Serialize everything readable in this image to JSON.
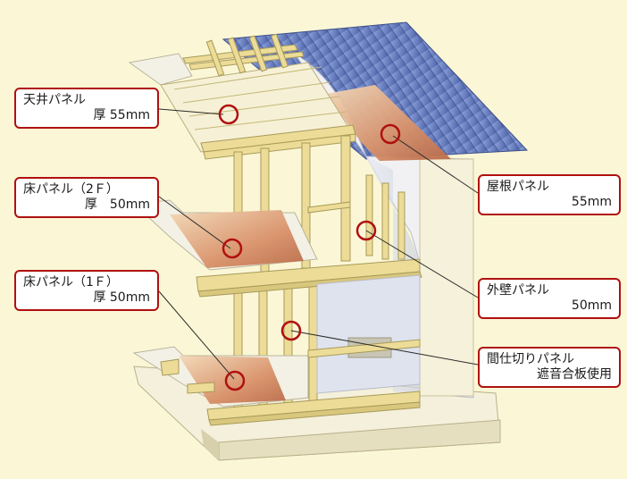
{
  "colors": {
    "background": "#fbf7d6",
    "label_border": "#b01010",
    "marker": "#b01010",
    "panel": "#d9926a",
    "roof": "#6f86c6",
    "timber": "#ecdc97",
    "sheet": "#d7dbe6"
  },
  "labels": {
    "ceiling": {
      "line1": "天井パネル",
      "line2": "厚 55mm"
    },
    "floor_2f": {
      "line1": "床パネル（2Ｆ）",
      "line2": "厚　50mm"
    },
    "floor_1f": {
      "line1": "床パネル（1Ｆ）",
      "line2": "厚 50mm"
    },
    "roof": {
      "line1": "屋根パネル",
      "line2": "55mm"
    },
    "outer_wall": {
      "line1": "外壁パネル",
      "line2": "50mm"
    },
    "partition": {
      "line1": "間仕切りパネル",
      "line2": "遮音合板使用"
    }
  }
}
